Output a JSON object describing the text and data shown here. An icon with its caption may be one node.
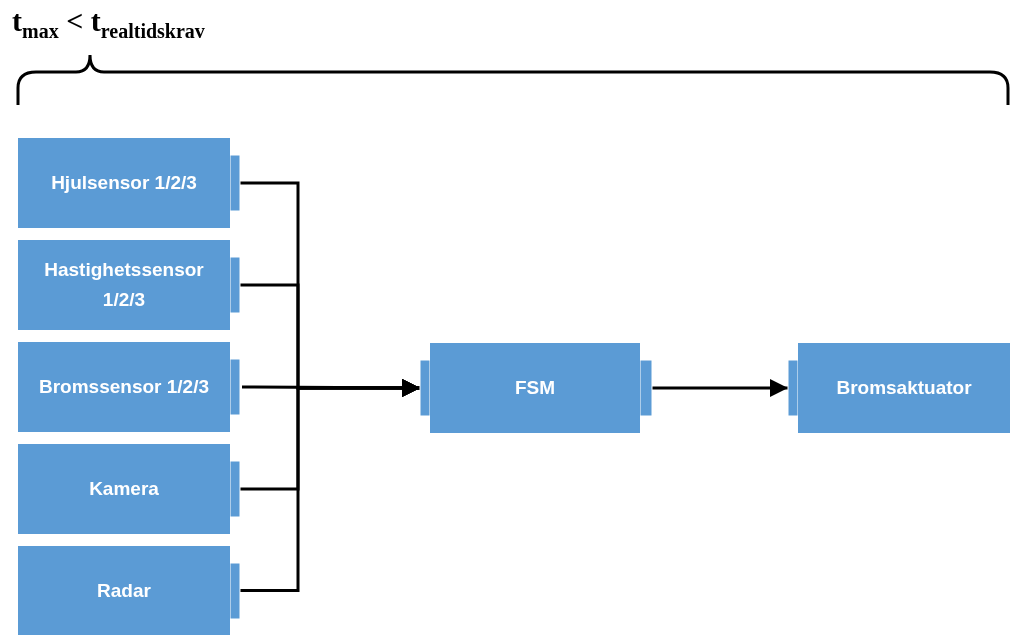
{
  "diagram": {
    "title": "t$_{max}$ < t$_{realtidskrav}$",
    "nodes": [
      {
        "text": [
          "Hjulsensor 1/2/3"
        ]
      },
      {
        "text": [
          "Hastighetssensor 1/2/3"
        ]
      },
      {
        "text": [
          "Bromssensor 1/2/3"
        ]
      },
      {
        "text": [
          "Kamera"
        ]
      },
      {
        "text": [
          "Radar"
        ]
      },
      {
        "text": [
          "FSM"
        ]
      },
      {
        "text": [
          "Bromsaktuator"
        ]
      }
    ],
    "edges": [
      {
        "from": 0,
        "to": 5,
        "arrow": "to"
      },
      {
        "from": 1,
        "to": 5,
        "arrow": "to"
      },
      {
        "from": 2,
        "to": 5,
        "arrow": "to"
      },
      {
        "from": 3,
        "to": 5,
        "arrow": "to"
      },
      {
        "from": 4,
        "to": 5,
        "arrow": "to"
      },
      {
        "from": 5,
        "to": 6,
        "arrow": "to"
      }
    ]
  }
}
